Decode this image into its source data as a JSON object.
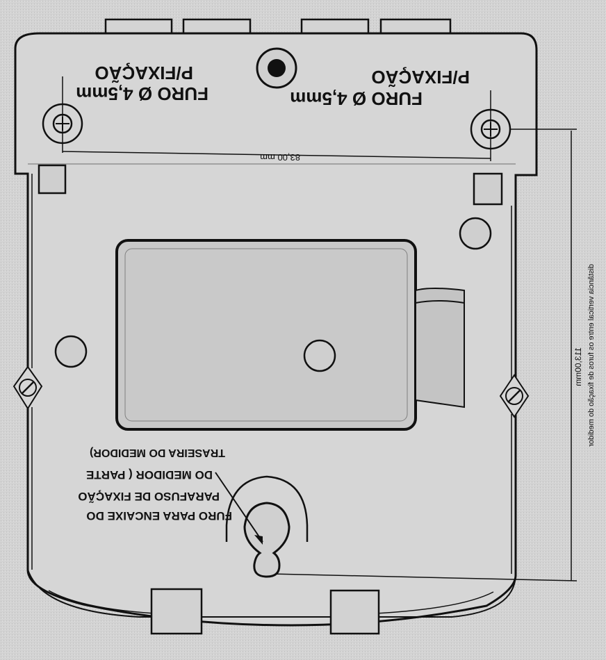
{
  "labels": {
    "hole_left_title": "FURO Ø 4,5mm",
    "hole_left_sub": "P/FIXAÇÃO",
    "hole_right_title": "FURO Ø 4,5mm",
    "hole_right_sub": "P/FIXAÇÃO",
    "top_dimension": "83,00 mm",
    "bottom_note_line1": "FURO PARA ENCAIXE DO",
    "bottom_note_line2": "PARAFUSO DE FIXAÇÃO",
    "bottom_note_line3": "DO MEDIDOR ( PARTE",
    "bottom_note_line4": "TRASEIRA DO MEDIDOR)",
    "side_dimension_line1": "113,00mm",
    "side_dimension_line2": "distância vertical entre os furos de fixação do medidor"
  },
  "colors": {
    "paper": "#cfcfcf",
    "ink": "#111111",
    "face": "#d9d9d9",
    "panel": "#c9c9c9"
  }
}
